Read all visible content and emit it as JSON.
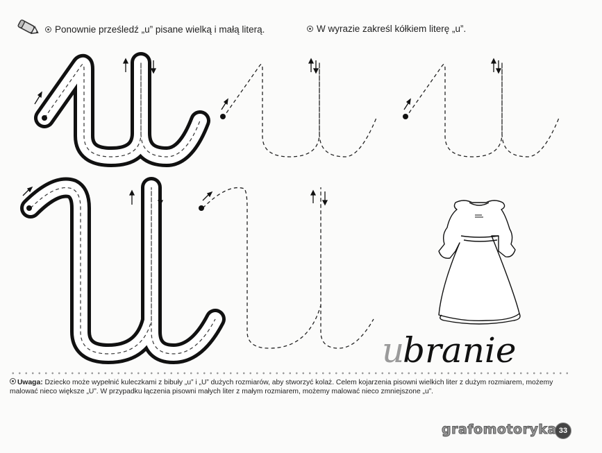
{
  "instructions": {
    "left": {
      "icon": "pencil-icon",
      "bullet_icon": "spiral-bullet-icon",
      "text": "Ponownie prześledź „u” pisane wielką i małą literą."
    },
    "right": {
      "bullet_icon": "spiral-bullet-icon",
      "text": "W wyrazie zakreśl kółkiem literę „u”."
    }
  },
  "tracing": {
    "lowercase_row": {
      "letter": "u",
      "model": "solid outlined lowercase u with dashed center line and stroke arrows",
      "practice_count": 2,
      "practice_style": "dashed"
    },
    "uppercase_row": {
      "letter": "U",
      "model": "solid outlined uppercase U with dashed center line and stroke arrows",
      "practice_count": 1,
      "practice_style": "dashed"
    }
  },
  "picture": {
    "icon": "dress-illustration",
    "word": "ubranie",
    "highlight_letters": "u",
    "rest_letters": "branie",
    "highlight_color": "#9a9a9a",
    "text_color": "#111111"
  },
  "note": {
    "bullet_icon": "spiral-bullet-icon",
    "label": "Uwaga:",
    "text": " Dziecko może wypełnić kuleczkami z bibuły „u” i „U” dużych rozmiarów, aby stworzyć kolaż. Celem kojarzenia pisowni wielkich liter z dużym rozmiarem, możemy malować nieco większe „U”. W przypadku łączenia pisowni małych liter z małym rozmiarem, możemy malować nieco zmniejszone „u”."
  },
  "footer": {
    "brand": "grafomotoryka",
    "page_number": "33"
  }
}
